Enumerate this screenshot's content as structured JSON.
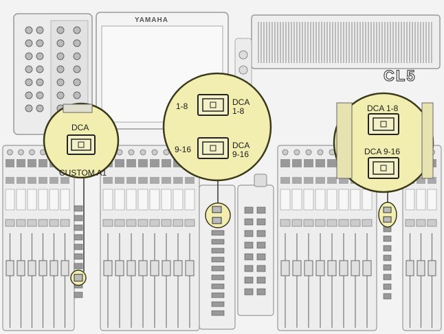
{
  "console": {
    "brand": "YAMAHA",
    "model": "CL5"
  },
  "callouts": {
    "left": {
      "title": "DCA",
      "subtitle": "CUSTOM A1"
    },
    "center": {
      "row1_left": "1-8",
      "row1_right_top": "DCA",
      "row1_right_bottom": "1-8",
      "row2_left": "9-16",
      "row2_right_top": "DCA",
      "row2_right_bottom": "9-16"
    },
    "right": {
      "label1": "DCA 1-8",
      "label2": "DCA 9-16"
    }
  },
  "colors": {
    "callout_fill": "#f1eeaf",
    "callout_stroke": "#3a3a1a",
    "panel_line": "#8a8a8a",
    "button_gray": "#8f8f8f"
  }
}
